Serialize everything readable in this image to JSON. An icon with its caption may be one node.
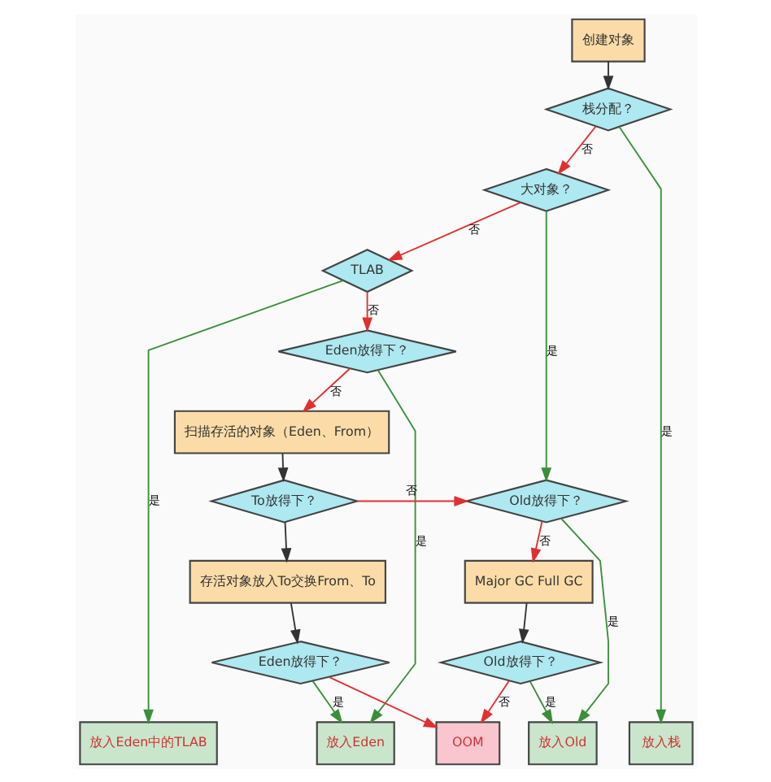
{
  "diagram": {
    "nodes": [
      {
        "text": [
          "创建对象"
        ]
      },
      {
        "text": [
          "栈分配？"
        ]
      },
      {
        "text": [
          "大对象？"
        ]
      },
      {
        "text": [
          "TLAB"
        ]
      },
      {
        "text": [
          "Eden放得下？"
        ]
      },
      {
        "text": [
          "扫描存活的对象（Eden、From）"
        ]
      },
      {
        "text": [
          "Old放得下？"
        ]
      },
      {
        "text": [
          "To放得下？"
        ]
      },
      {
        "text": [
          "Major GC Full GC"
        ]
      },
      {
        "text": [
          "存活对象放入To交换From、To"
        ]
      },
      {
        "text": [
          "放入Old"
        ]
      },
      {
        "text": [
          "Old放得下？"
        ]
      },
      {
        "text": [
          "Eden放得下？"
        ]
      },
      {
        "text": [
          "放入Eden"
        ]
      },
      {
        "text": [
          "放入Eden中的TLAB"
        ]
      },
      {
        "text": [
          "放入栈"
        ]
      },
      {
        "text": [
          "OOM"
        ]
      }
    ],
    "edges": [
      {
        "from": 0,
        "to": 1,
        "arrow": "to",
        "color": "#333333"
      },
      {
        "from": 1,
        "to": 15,
        "arrow": "to",
        "label": "是",
        "color": "#3a8f3a"
      },
      {
        "from": 1,
        "to": 2,
        "arrow": "to",
        "label": "否",
        "color": "#e03030"
      },
      {
        "from": 2,
        "to": 6,
        "arrow": "to",
        "label": "是",
        "color": "#3a8f3a"
      },
      {
        "from": 2,
        "to": 3,
        "arrow": "to",
        "label": "否",
        "color": "#e03030"
      },
      {
        "from": 3,
        "to": 14,
        "arrow": "to",
        "label": "是",
        "color": "#3a8f3a"
      },
      {
        "from": 3,
        "to": 4,
        "arrow": "to",
        "label": "否",
        "color": "#e03030"
      },
      {
        "from": 4,
        "to": 13,
        "arrow": "to",
        "label": "是",
        "color": "#3a8f3a"
      },
      {
        "from": 4,
        "to": 5,
        "arrow": "to",
        "label": "否",
        "color": "#e03030"
      },
      {
        "from": 5,
        "to": 7,
        "arrow": "to",
        "color": "#333333"
      },
      {
        "from": 7,
        "to": 6,
        "arrow": "to",
        "label": "否",
        "color": "#e03030"
      },
      {
        "from": 7,
        "to": 9,
        "arrow": "to",
        "color": "#333333"
      },
      {
        "from": 6,
        "to": 10,
        "arrow": "to",
        "label": "是",
        "color": "#3a8f3a"
      },
      {
        "from": 6,
        "to": 8,
        "arrow": "to",
        "label": "否",
        "color": "#e03030"
      },
      {
        "from": 8,
        "to": 11,
        "arrow": "to",
        "color": "#333333"
      },
      {
        "from": 11,
        "to": 10,
        "arrow": "to",
        "label": "是",
        "color": "#3a8f3a"
      },
      {
        "from": 11,
        "to": 16,
        "arrow": "to",
        "label": "否",
        "color": "#e03030"
      },
      {
        "from": 9,
        "to": 12,
        "arrow": "to",
        "color": "#333333"
      },
      {
        "from": 12,
        "to": 13,
        "arrow": "to",
        "label": "是",
        "color": "#3a8f3a"
      },
      {
        "from": 12,
        "to": 16,
        "arrow": "to",
        "color": "#e03030"
      }
    ]
  }
}
